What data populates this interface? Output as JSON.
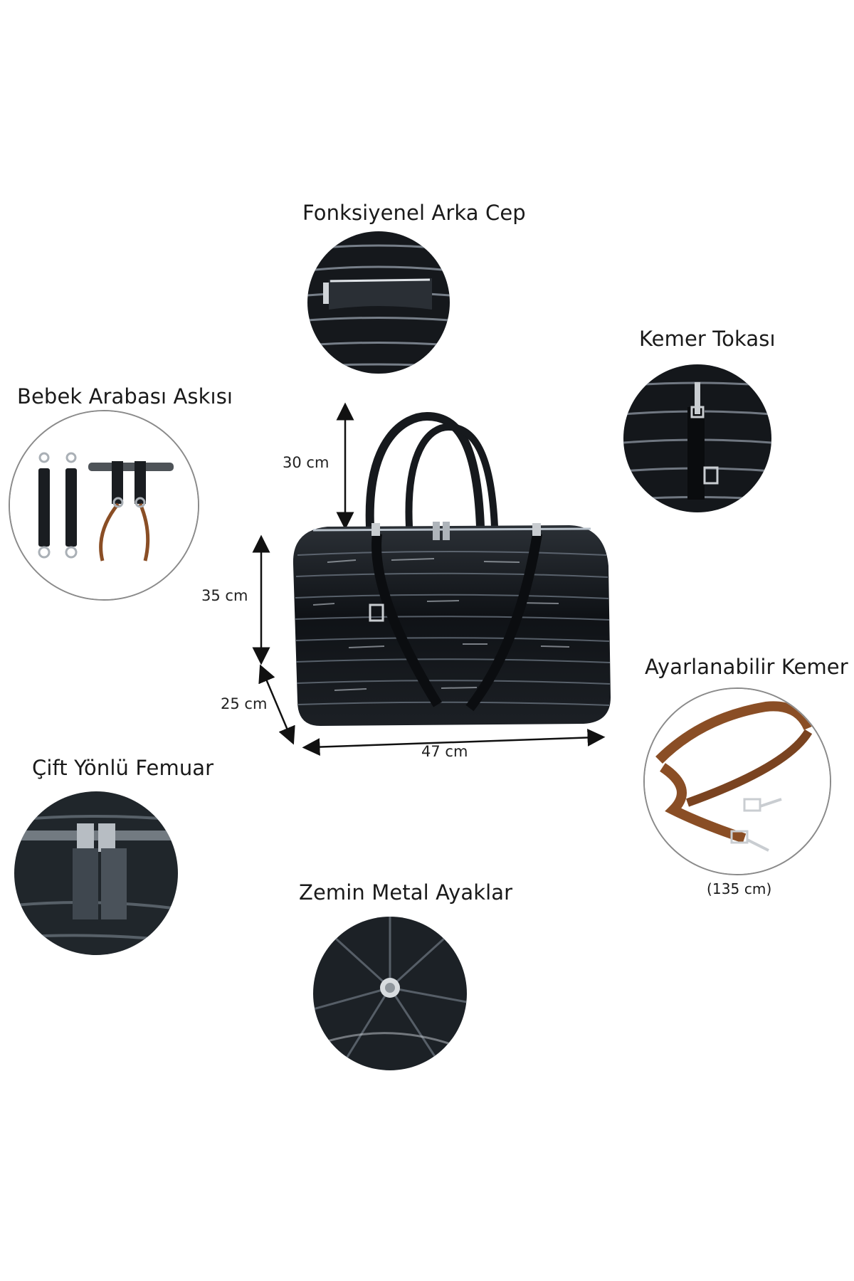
{
  "features": {
    "back_pocket": "Fonksiyenel Arka Cep",
    "belt_buckle": "Kemer Tokası",
    "stroller_strap": "Bebek Arabası Askısı",
    "adjustable_strap": "Ayarlanabilir Kemer",
    "strap_length": "(135 cm)",
    "two_way_zipper": "Çift Yönlü Femuar",
    "metal_feet": "Zemin Metal Ayaklar"
  },
  "dimensions": {
    "handle_height": "30 cm",
    "body_height": "35 cm",
    "depth": "25 cm",
    "width": "47 cm"
  },
  "colors": {
    "bag_black": "#16191d",
    "highlight": "#cfd6de",
    "leather_brown": "#8a4e25",
    "ring_gray": "#8a8a8a"
  }
}
